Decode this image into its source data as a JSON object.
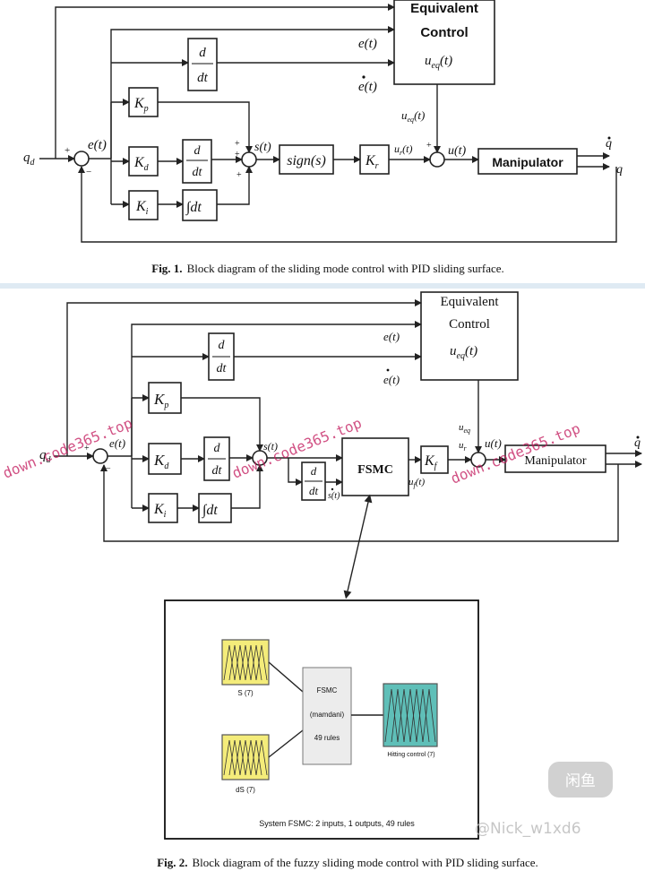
{
  "fig1": {
    "caption_num": "Fig. 1.",
    "caption_text": "Block diagram of the sliding mode control with PID sliding surface.",
    "equivalent_line1": "Equivalent",
    "equivalent_line2": "Control",
    "ueq": "u",
    "ueq_sub": "eq",
    "ueq_arg": "(t)",
    "deriv_num": "d",
    "deriv_den": "dt",
    "e_t": "e(t)",
    "edot_t": "e(t)",
    "qd": "q",
    "qd_sub": "d",
    "kp": "K",
    "kp_sub": "p",
    "kd": "K",
    "kd_sub": "d",
    "ki": "K",
    "ki_sub": "i",
    "integral": "∫dt",
    "s_t": "s(t)",
    "sign": "sign(s)",
    "kr": "K",
    "kr_sub": "r",
    "ur": "u",
    "ur_sub": "r",
    "ur_arg": "(t)",
    "u_t": "u(t)",
    "manipulator": "Manipulator",
    "q": "q",
    "qdot": "q"
  },
  "fig2": {
    "caption_num": "Fig. 2.",
    "caption_text": "Block diagram of the fuzzy sliding mode control with PID sliding surface.",
    "equivalent_line1": "Equivalent",
    "equivalent_line2": "Control",
    "ueq": "u",
    "ueq_sub": "eq",
    "ueq_arg": "(t)",
    "deriv_num": "d",
    "deriv_den": "dt",
    "e_t": "e(t)",
    "edot_t": "e(t)",
    "qd": "q",
    "qd_sub": "d",
    "kp": "K",
    "kp_sub": "p",
    "kd": "K",
    "kd_sub": "d",
    "ki": "K",
    "ki_sub": "i",
    "integral": "∫dt",
    "s_t": "s(t)",
    "sdot_t": "s(t)",
    "fsmc": "FSMC",
    "kf": "K",
    "kf_sub": "f",
    "uf": "u",
    "uf_sub": "f",
    "uf_arg": "(t)",
    "ueq_small": "u",
    "ueq_small_sub": "eq",
    "ur_small": "u",
    "ur_small_sub": "r",
    "u_t": "u(t)",
    "manipulator": "Manipulator",
    "qdot": "q"
  },
  "fuzzy_panel": {
    "input1_label": "S (7)",
    "input2_label": "dS (7)",
    "engine_line1": "FSMC",
    "engine_line2": "(mamdani)",
    "engine_line3": "49 rules",
    "output_label": "Hitting control (7)",
    "system_text": "System FSMC: 2 inputs, 1 outputs, 49 rules",
    "input_color": "#f4ec7a",
    "output_color": "#5fbfb8"
  },
  "watermarks": {
    "text_a": "down.code365.top",
    "text_b": "down.code365.top",
    "text_c": "down.code365.top",
    "corner_logo": "闲鱼",
    "corner_user": "@Nick_w1xd6"
  }
}
